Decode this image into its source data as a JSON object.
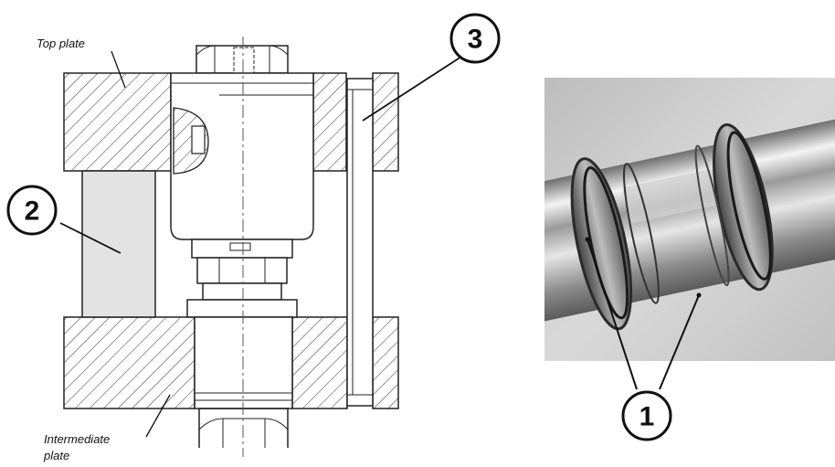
{
  "labels": {
    "top_plate": "Top plate",
    "intermediate_plate_line1": "Intermediate",
    "intermediate_plate_line2": "plate"
  },
  "callouts": {
    "c1": "1",
    "c2": "2",
    "c3": "3"
  }
}
